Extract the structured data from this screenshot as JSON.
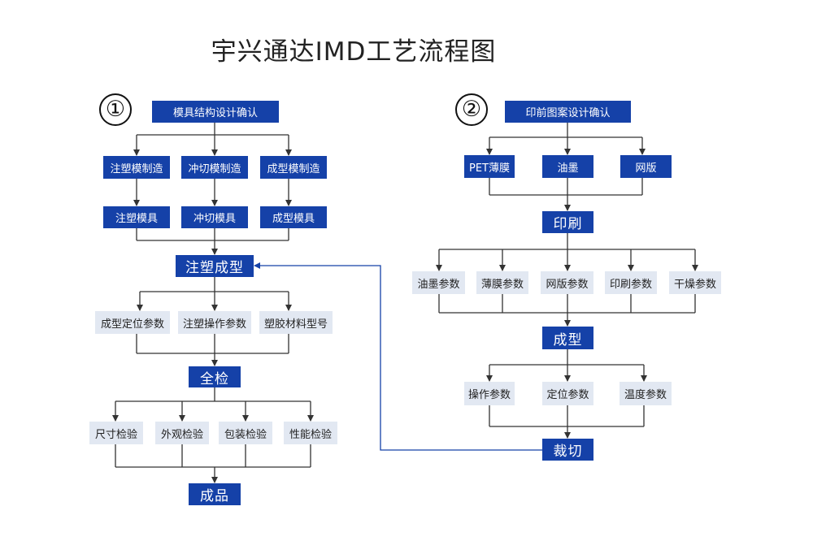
{
  "title": "宇兴通达IMD工艺流程图",
  "left": {
    "number": "①",
    "start": "模具结构设计确认",
    "molds": [
      "注塑模制造",
      "冲切模制造",
      "成型模制造"
    ],
    "mold_outputs": [
      "注塑模具",
      "冲切模具",
      "成型模具"
    ],
    "injection": "注塑成型",
    "params": [
      "成型定位参数",
      "注塑操作参数",
      "塑胶材料型号"
    ],
    "inspection": "全检",
    "checks": [
      "尺寸检验",
      "外观检验",
      "包装检验",
      "性能检验"
    ],
    "product": "成品"
  },
  "right": {
    "number": "②",
    "start": "印前图案设计确认",
    "materials": [
      "PET薄膜",
      "油墨",
      "网版"
    ],
    "printing": "印刷",
    "print_params": [
      "油墨参数",
      "薄膜参数",
      "网版参数",
      "印刷参数",
      "干燥参数"
    ],
    "forming": "成型",
    "form_params": [
      "操作参数",
      "定位参数",
      "温度参数"
    ],
    "cutting": "裁切"
  }
}
